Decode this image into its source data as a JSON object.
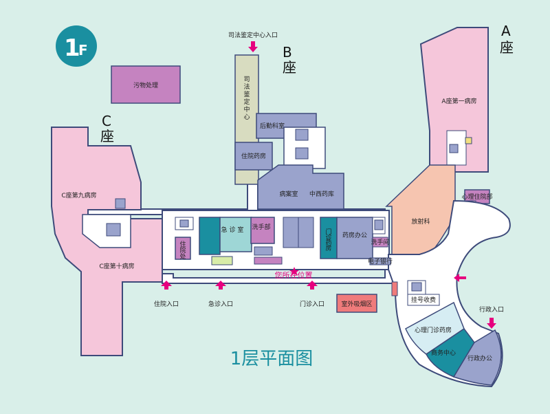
{
  "logo": {
    "num": "1",
    "letter": "F"
  },
  "title": "1层平面图",
  "buildings": {
    "A": {
      "letter": "A",
      "zuo": "座"
    },
    "B": {
      "letter": "B",
      "zuo": "座"
    },
    "C": {
      "letter": "C",
      "zuo": "座"
    }
  },
  "rooms": {
    "wuwu": "污物处理",
    "sifa_v": "司法鉴定中心",
    "houqin": "后勤科室",
    "zhuyuan_yaofang": "住院药房",
    "bingan": "病案室",
    "zhongxi": "中西药库",
    "a_ward1": "A座第一病房",
    "c_ward9": "C座第九病房",
    "c_ward10": "C座第十病房",
    "fangshe": "放射科",
    "xinli_zhuyuan": "心理住院部",
    "jizhen": "急 诊 室",
    "zhuyuanchu": "住院处",
    "shoushu": "洗手部",
    "menzhen_yaofang": "门诊药房",
    "yaofang_bangong": "药房办公",
    "xinli_menzhen": "心理门诊药房",
    "shangwu": "商务中心",
    "xingzheng": "行政办公",
    "guahao": "挂号收费",
    "smoking": "室外吸烟区",
    "xishou": "洗手间",
    "dianzi": "电子银行"
  },
  "entrances": {
    "sifa": "司法鉴定中心入口",
    "zhuyuan": "住院入口",
    "jizhen": "急诊入口",
    "menzhen": "门诊入口",
    "xingzheng": "行政入口"
  },
  "you_are_here": "您所在位置",
  "colors": {
    "bg": "#d9efe9",
    "pink": "#f5c6da",
    "purple": "#c583c0",
    "slate": "#9aa3cc",
    "teal": "#1a8fa0",
    "peach": "#f6c5b0",
    "magenta": "#e6007e",
    "red": "#ef7b7b",
    "olive": "#d8dcc0",
    "navy": "#3d4a7a"
  }
}
